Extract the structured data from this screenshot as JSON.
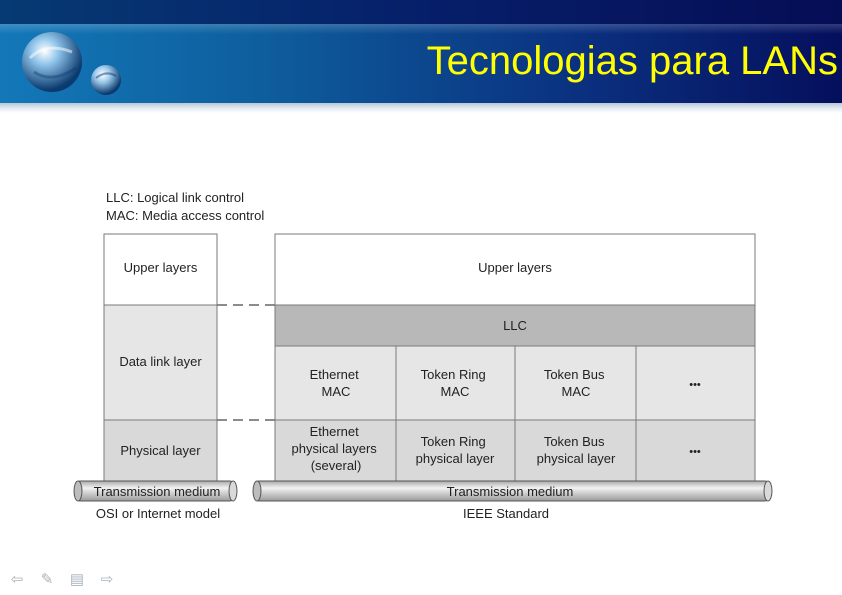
{
  "slide": {
    "title": "Tecnologias para LANs"
  },
  "diagram": {
    "legend": [
      "LLC: Logical link control",
      "MAC: Media access control"
    ],
    "osi": {
      "upper": "Upper layers",
      "data_link": "Data link layer",
      "physical": "Physical layer",
      "medium": "Transmission medium",
      "caption": "OSI or Internet model"
    },
    "ieee": {
      "upper": "Upper layers",
      "llc": "LLC",
      "mac": [
        [
          "Ethernet",
          "MAC"
        ],
        [
          "Token Ring",
          "MAC"
        ],
        [
          "Token Bus",
          "MAC"
        ],
        [
          "•••"
        ]
      ],
      "physical": [
        [
          "Ethernet",
          "physical layers",
          "(several)"
        ],
        [
          "Token Ring",
          "physical layer"
        ],
        [
          "Token Bus",
          "physical layer"
        ],
        [
          "•••"
        ]
      ],
      "medium": "Transmission medium",
      "caption": "IEEE Standard"
    }
  },
  "nav": {
    "icons": [
      "back-arrow-icon",
      "pencil-icon",
      "menu-icon",
      "forward-arrow-icon"
    ]
  }
}
